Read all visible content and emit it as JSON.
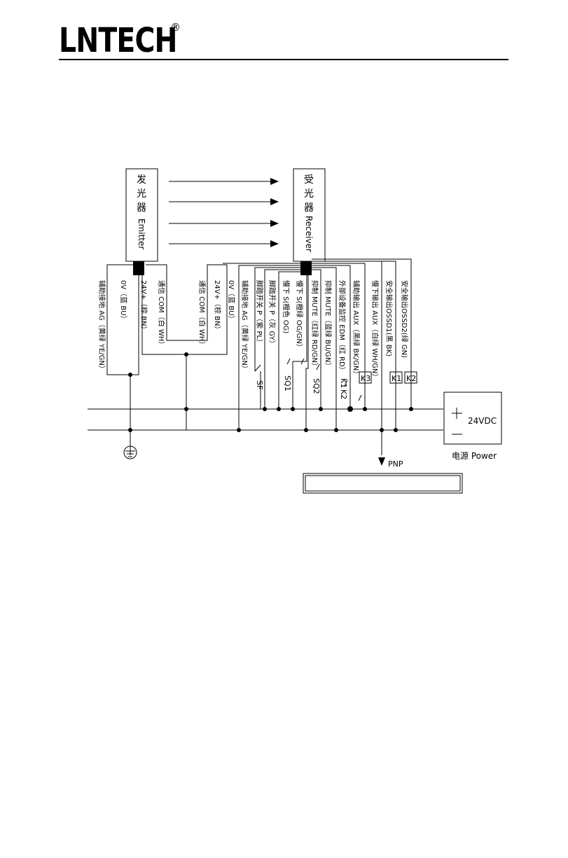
{
  "header": {
    "logo": "LNTECH",
    "registered": "®"
  },
  "emitter": {
    "label_cn": "发光器",
    "label_en": "Emitter"
  },
  "receiver": {
    "label_cn": "受光器",
    "label_en": "Receiver"
  },
  "emitter_wires": [
    "辅助接地 AG（黄绿 YE/GN）",
    "0V（蓝 BU）",
    "24V+（棕 BN）",
    "通信 COM（白 WH）"
  ],
  "receiver_wires": [
    "通信 COM（白 WH）",
    "24V+（棕 BN）",
    "0V（蓝 BU）",
    "辅助接地 AG（黄绿 YE/GN）",
    "脚踏开关 P（紫 PL）",
    "脚踏开关 P（灰 GY）",
    "慢下 S(橙色 OG)",
    "慢下 S(橙绿 OG/GN）",
    "抑制 MUTE（红绿 RD/GN）",
    "抑制 MUTE（蓝绿 BU/GN）",
    "外部设备监控 EDM（红 RD）",
    "辅助输出 AUX（黑绿 BK/GN）",
    "慢下输出 AUX（白绿 WH/GN）",
    "安全输出OSSD1(黑 BK)",
    "安全输出OSSD2(绿 GN)"
  ],
  "components": {
    "sf": "SF",
    "sq1": "SQ1",
    "sq2": "SQ2",
    "k1": "K1",
    "k2": "K2",
    "k3": "K3",
    "k1_label": "K1",
    "k2_label": "K2"
  },
  "power": {
    "voltage": "24VDC",
    "plus": "+",
    "minus": "—",
    "caption": "电源 Power"
  },
  "pnp": "PNP"
}
